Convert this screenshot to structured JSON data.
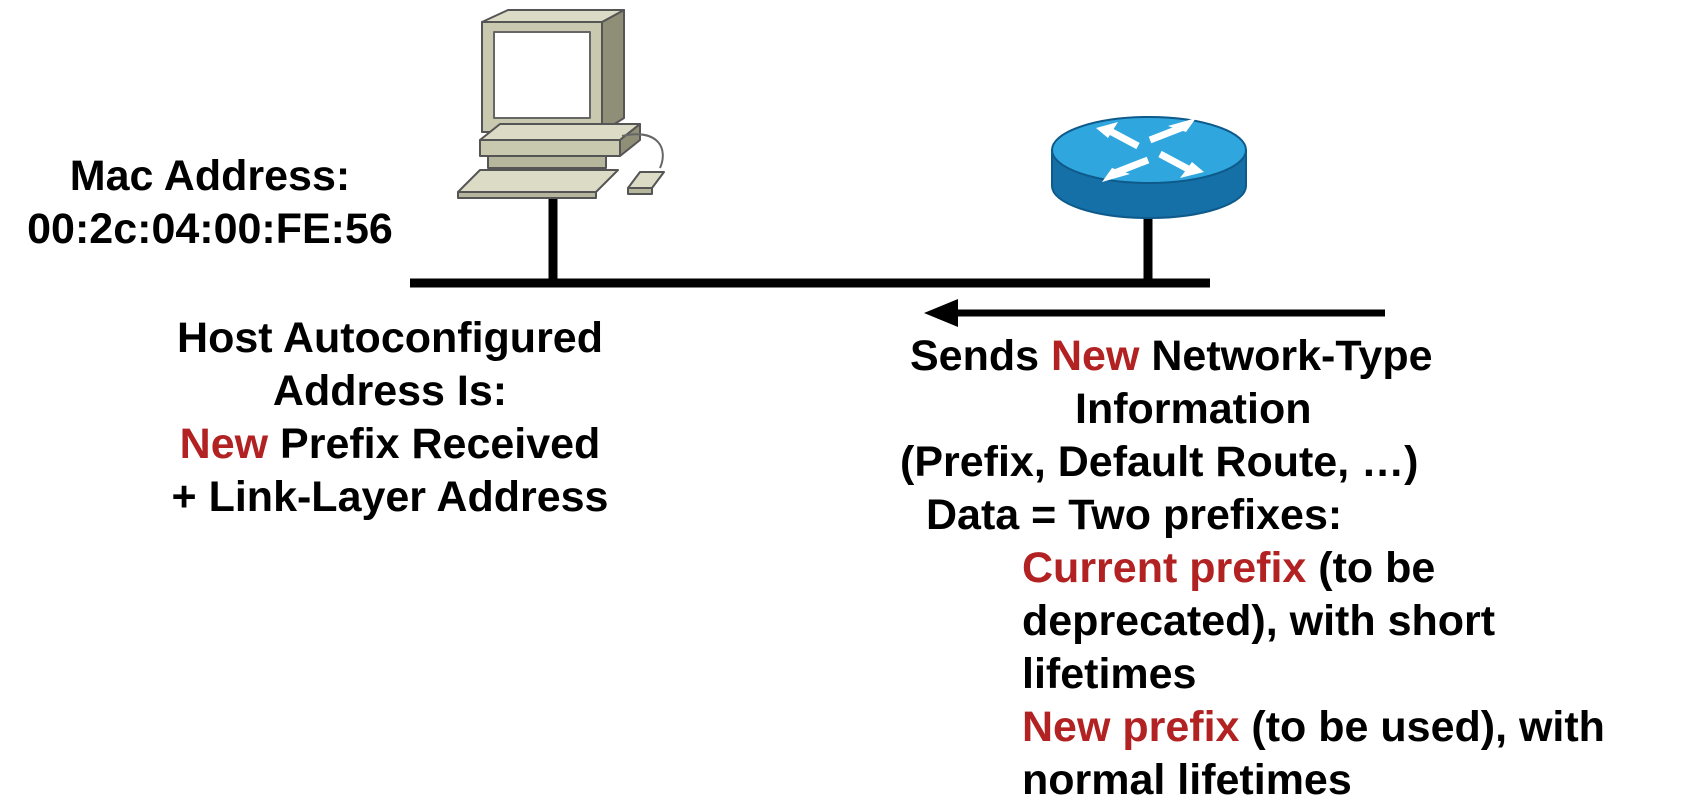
{
  "mac": {
    "label": "Mac Address:",
    "value": "00:2c:04:00:FE:56"
  },
  "host": {
    "line1": "Host Autoconfigured",
    "line2": "Address Is:",
    "line3_highlight": "New",
    "line3_rest": " Prefix Received",
    "line4": "+ Link-Layer Address"
  },
  "router_info": {
    "line1_start": "Sends ",
    "line1_highlight": "New",
    "line1_end": " Network-Type",
    "line2": "Information",
    "line3": "(Prefix, Default Route, …)",
    "line4": "Data = Two prefixes:",
    "current_highlight": "Current prefix",
    "current_rest1": " (to be",
    "current_rest2": "deprecated), with short",
    "current_rest3": "lifetimes",
    "new_highlight": "New prefix",
    "new_rest1": " (to be used), with",
    "new_rest2": "normal lifetimes"
  },
  "colors": {
    "highlight": "#b22222",
    "router_blue": "#1e9fd8",
    "computer_beige": "#c9c9b0"
  },
  "icons": [
    "computer-icon",
    "router-icon",
    "arrow-left-icon"
  ]
}
